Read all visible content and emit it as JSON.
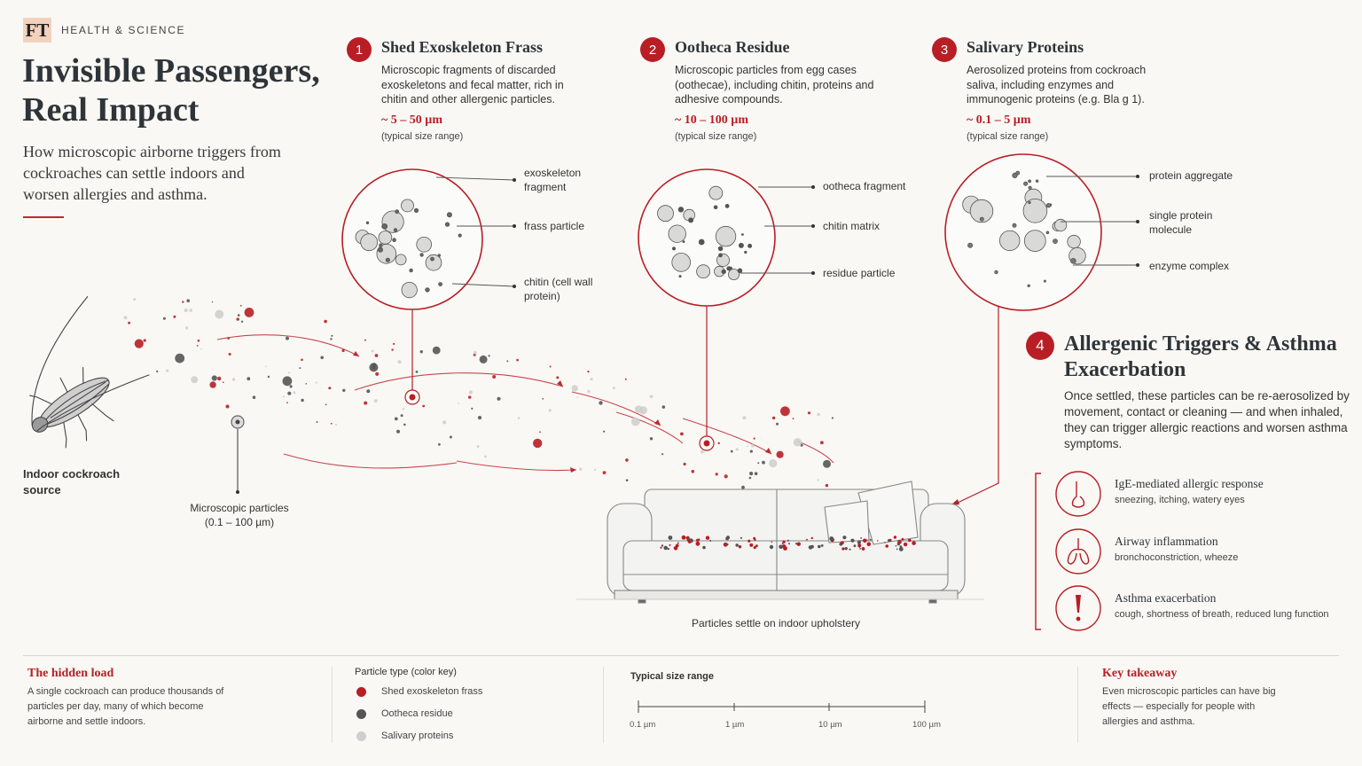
{
  "header": {
    "logo_text": "FT",
    "section_label": "HEALTH & SCIENCE",
    "title": "Invisible Passengers, Real Impact",
    "subtitle": "How microscopic airborne triggers from cockroaches can settle indoors and worsen allergies and asthma."
  },
  "colors": {
    "accent_red": "#b81e24",
    "ink": "#2e3438",
    "frass": "#b81e24",
    "ootheca": "#555555",
    "salivary": "#cfcfcf"
  },
  "particles": [
    {
      "number": "1",
      "title": "Shed Exoskeleton Frass",
      "description": "Microscopic fragments of discarded exoskeletons and fecal matter, rich in chitin and other allergenic particles.",
      "size": "~ 5 – 50 µm",
      "size_note": "(typical size range)",
      "callouts": [
        "exoskeleton fragment",
        "frass particle",
        "chitin (cell wall protein)"
      ]
    },
    {
      "number": "2",
      "title": "Ootheca Residue",
      "description": "Microscopic particles from egg cases (oothecae), including chitin, proteins and adhesive compounds.",
      "size": "~ 10 – 100 µm",
      "size_note": "(typical size range)",
      "callouts": [
        "ootheca fragment",
        "chitin matrix",
        "residue particle"
      ]
    },
    {
      "number": "3",
      "title": "Salivary Proteins",
      "description": "Aerosolized proteins from cockroach saliva, including enzymes and immunogenic proteins (e.g. Bla g 1).",
      "size": "~ 0.1 – 5 µm",
      "size_note": "(typical size range)",
      "callouts": [
        "protein aggregate",
        "single protein molecule",
        "enzyme complex"
      ]
    }
  ],
  "scene": {
    "source_label": "Indoor cockroach source",
    "particles_label": "Microscopic particles (0.1 – 100 µm)",
    "sofa_label": "Particles settle on indoor upholstery"
  },
  "impact": {
    "number": "4",
    "title": "Allergenic Triggers & Asthma Exacerbation",
    "description": "Once settled, these particles can be re-aerosolized by movement, contact or cleaning — and when inhaled, they can trigger allergic reactions and worsen asthma symptoms.",
    "effects": [
      {
        "title": "IgE-mediated allergic response",
        "desc": "sneezing, itching, watery eyes",
        "icon": "nose-icon"
      },
      {
        "title": "Airway inflammation",
        "desc": "bronchoconstriction, wheeze",
        "icon": "lungs-icon"
      },
      {
        "title": "Asthma exacerbation",
        "desc": "cough, shortness of breath, reduced lung function",
        "icon": "alert-icon"
      }
    ]
  },
  "footer": {
    "hidden_load": {
      "heading": "The hidden load",
      "text": "A single cockroach can produce thousands of particles per day, many of which become airborne and settle indoors."
    },
    "color_key": {
      "heading": "Particle type (color key)",
      "items": [
        "Shed exoskeleton frass",
        "Ootheca residue",
        "Salivary proteins"
      ]
    },
    "size_scale": {
      "heading": "Typical size range",
      "ticks": [
        "0.1 µm",
        "1 µm",
        "10 µm",
        "100 µm"
      ]
    },
    "takeaway": {
      "heading": "Key takeaway",
      "text": "Even microscopic particles can have big effects — especially for people with allergies and asthma."
    }
  }
}
